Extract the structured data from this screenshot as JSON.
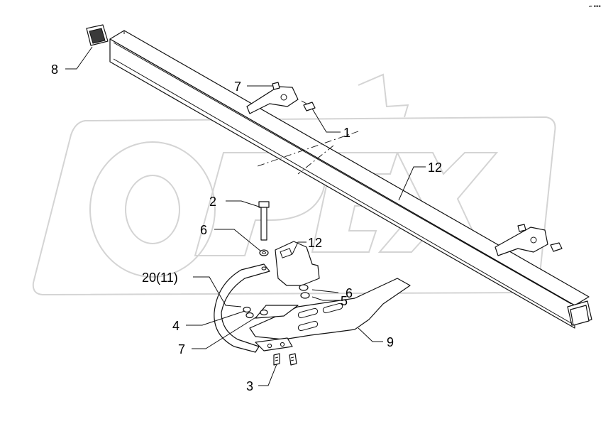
{
  "watermark": "OPEX",
  "corner_mark": "▴▸ ▪▪▪",
  "callouts": {
    "c1": "1",
    "c2": "2",
    "c3": "3",
    "c4": "4",
    "c5": "5",
    "c6a": "6",
    "c6b": "6",
    "c7a": "7",
    "c7b": "7",
    "c8": "8",
    "c9": "9",
    "c12a": "12",
    "c12b": "12",
    "c20": "20(11)"
  }
}
